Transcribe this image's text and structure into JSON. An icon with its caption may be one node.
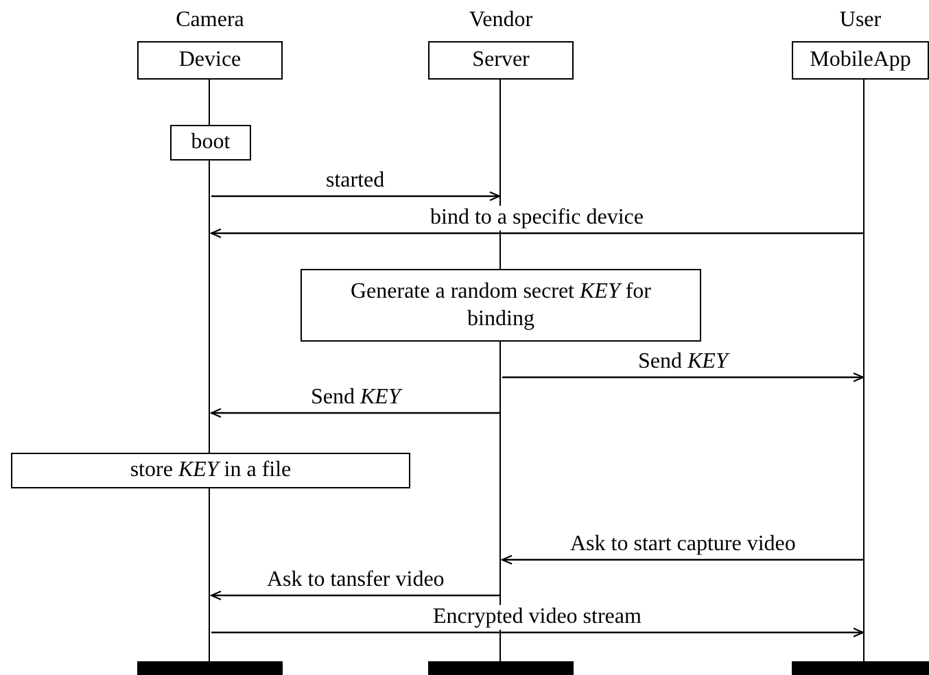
{
  "diagram": {
    "nodes": [
      {
        "text": [
          "Camera",
          "Device"
        ]
      },
      {
        "text": [
          "Vendor",
          "Server"
        ]
      },
      {
        "text": [
          "User",
          "MobileApp"
        ]
      },
      {
        "text": [],
        "shape": "line"
      },
      {
        "text": [
          "boot"
        ]
      },
      {
        "text": [],
        "shape": "line"
      },
      {
        "text": [],
        "shape": "line"
      },
      {
        "text": [],
        "shape": "line"
      },
      {
        "text": [
          "Generate a random secret *KEY* for binding"
        ]
      },
      {
        "text": [],
        "shape": "line"
      },
      {
        "text": [
          "store *KEY* in a file"
        ]
      },
      {
        "text": [],
        "shape": "line"
      },
      {
        "text": [],
        "shape": "bar"
      },
      {
        "text": [],
        "shape": "bar"
      },
      {
        "text": [],
        "shape": "bar"
      }
    ],
    "edges": [
      {
        "from": 5,
        "to": 6,
        "arrow": "to",
        "label": "started"
      },
      {
        "from": 7,
        "to": 5,
        "arrow": "to",
        "label": "bind to a specific device"
      },
      {
        "from": 9,
        "to": 7,
        "arrow": "to",
        "label": "Send *KEY*"
      },
      {
        "from": 9,
        "to": 5,
        "arrow": "to",
        "label": "Send *KEY*"
      },
      {
        "from": 7,
        "to": 9,
        "arrow": "to",
        "label": "Ask to start capture video"
      },
      {
        "from": 9,
        "to": 11,
        "arrow": "to",
        "label": "Ask to tansfer video"
      },
      {
        "from": 11,
        "to": 7,
        "arrow": "to",
        "label": "Encrypted video stream"
      }
    ]
  }
}
